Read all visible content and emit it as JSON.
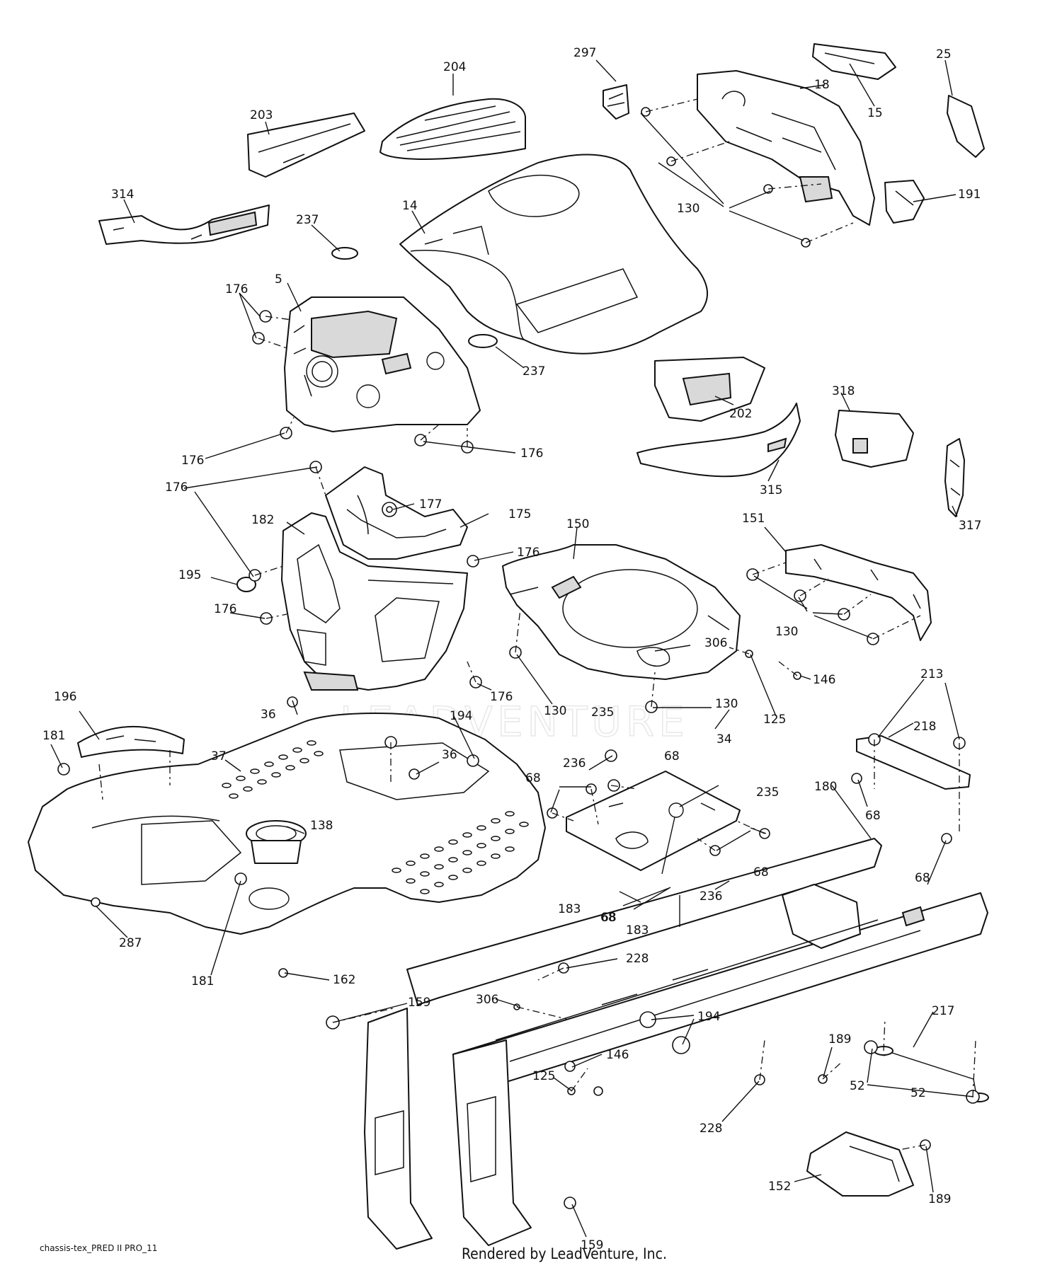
{
  "watermark": "LEADVENTURE",
  "footer": {
    "drawing_code": "chassis-tex_PRED II PRO_11",
    "credit": "Rendered by LeadVenture, Inc."
  },
  "callouts": [
    "297",
    "204",
    "18",
    "15",
    "25",
    "203",
    "130",
    "191",
    "314",
    "237",
    "14",
    "176",
    "5",
    "237",
    "202",
    "318",
    "176",
    "176",
    "176",
    "315",
    "317",
    "182",
    "177",
    "175",
    "176",
    "150",
    "151",
    "195",
    "176",
    "306",
    "130",
    "146",
    "176",
    "130",
    "125",
    "130",
    "213",
    "196",
    "36",
    "194",
    "235",
    "34",
    "218",
    "181",
    "37",
    "36",
    "236",
    "68",
    "68",
    "235",
    "180",
    "68",
    "68",
    "138",
    "68",
    "68",
    "183",
    "236",
    "183",
    "68",
    "287",
    "181",
    "162",
    "228",
    "306",
    "159",
    "194",
    "217",
    "189",
    "146",
    "125",
    "52",
    "52",
    "228",
    "152",
    "189",
    "159"
  ]
}
